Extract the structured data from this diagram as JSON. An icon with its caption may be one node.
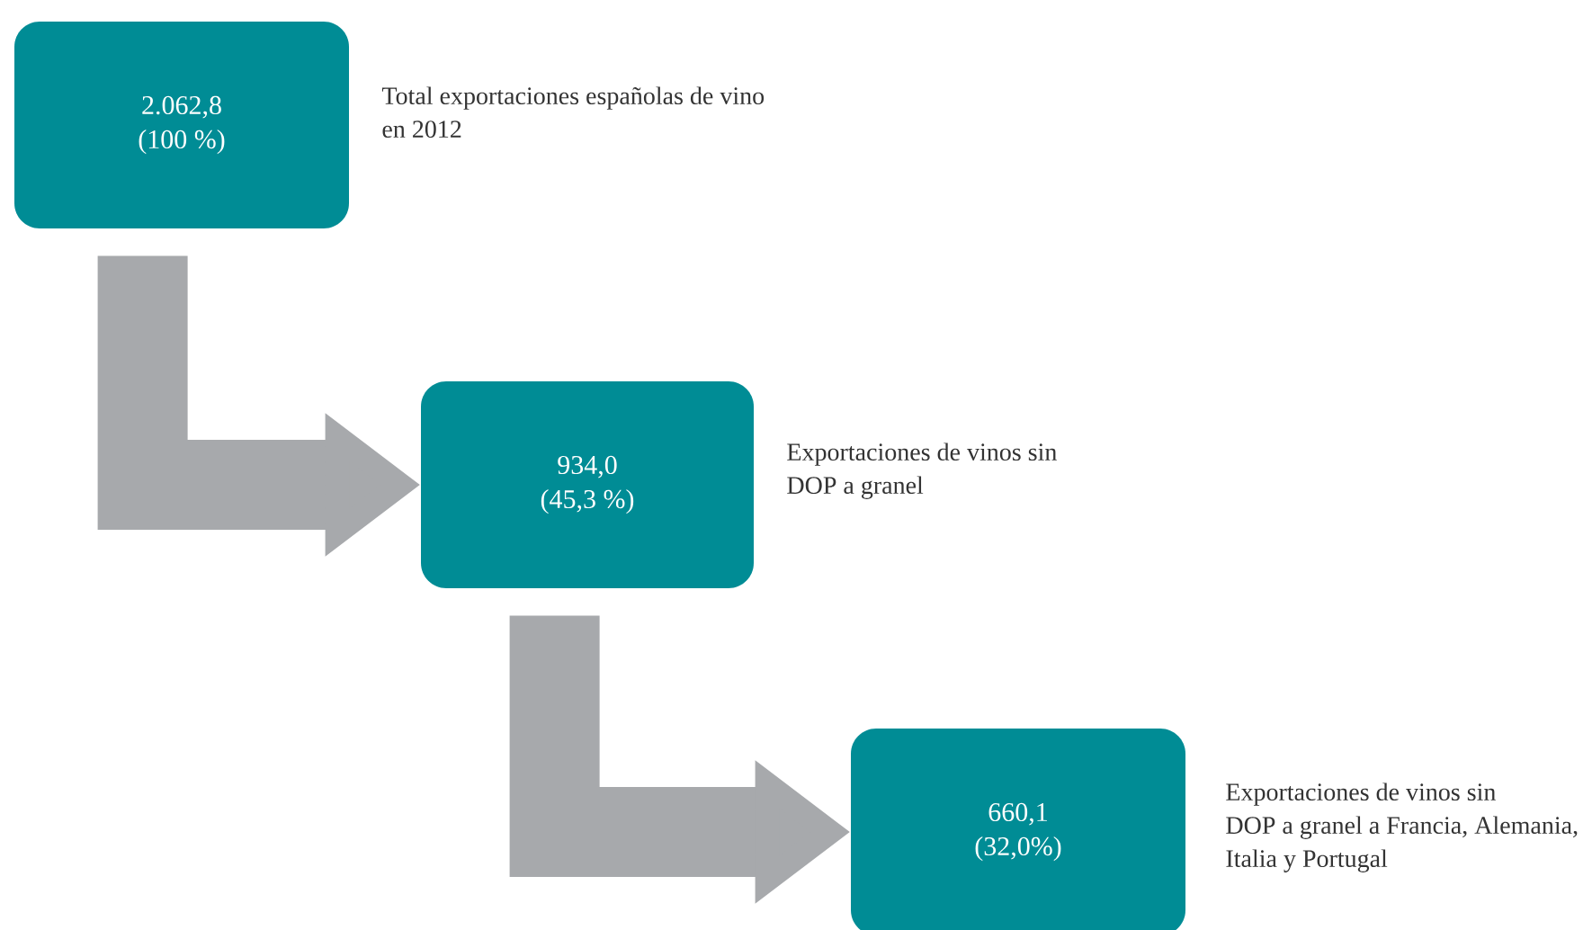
{
  "diagram": {
    "nodes": [
      {
        "text": [
          "2.062,8",
          "(100 %)"
        ],
        "beside": [
          "Total exportaciones españolas de vino en 2012"
        ]
      },
      {
        "text": [
          "934,0",
          "(45,3 %)"
        ],
        "beside": [
          "Exportaciones de vinos sin DOP a granel"
        ]
      },
      {
        "text": [
          "660,1",
          "(32,0%)"
        ],
        "beside": [
          "Exportaciones de vinos sin DOP a granel a Francia, Alemania, Italia y Portugal"
        ]
      }
    ],
    "edges": [
      {
        "from": 0,
        "to": 1,
        "arrow": "to"
      },
      {
        "from": 1,
        "to": 2,
        "arrow": "to"
      }
    ]
  }
}
